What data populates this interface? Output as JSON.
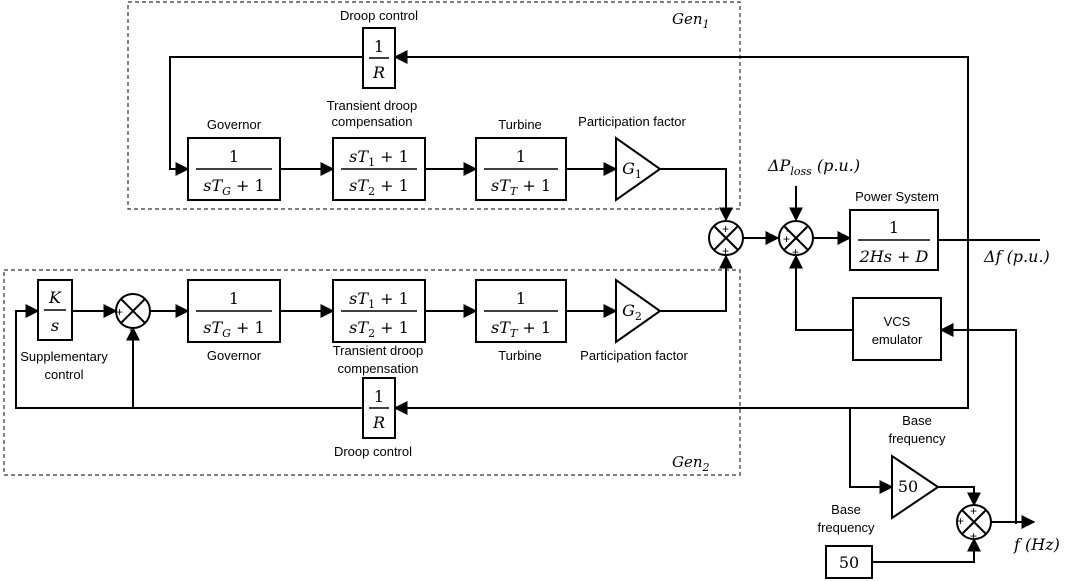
{
  "gen1": {
    "label": "Gen",
    "sub": "1",
    "droop_label": "Droop control",
    "droop_num": "1",
    "droop_den": "R",
    "governor_label": "Governor",
    "governor_num": "1",
    "governor_den": "sT",
    "governor_den_sub": "G",
    "governor_den_tail": " + 1",
    "tdc_label_line1": "Transient droop",
    "tdc_label_line2": "compensation",
    "tdc_num": "sT",
    "tdc_num_sub": "1",
    "tdc_num_tail": " + 1",
    "tdc_den": "sT",
    "tdc_den_sub": "2",
    "tdc_den_tail": " + 1",
    "turbine_label": "Turbine",
    "turbine_num": "1",
    "turbine_den": "sT",
    "turbine_den_sub": "T",
    "turbine_den_tail": " + 1",
    "pf_label": "Participation factor",
    "pf_gain": "G",
    "pf_gain_sub": "1"
  },
  "gen2": {
    "label": "Gen",
    "sub": "2",
    "supp_label_line1": "Supplementary",
    "supp_label_line2": "control",
    "supp_num": "K",
    "supp_den": "s",
    "governor_label": "Governor",
    "governor_num": "1",
    "governor_den": "sT",
    "governor_den_sub": "G",
    "governor_den_tail": " + 1",
    "tdc_label_line1": "Transient droop",
    "tdc_label_line2": "compensation",
    "tdc_num": "sT",
    "tdc_num_sub": "1",
    "tdc_num_tail": " + 1",
    "tdc_den": "sT",
    "tdc_den_sub": "2",
    "tdc_den_tail": " + 1",
    "turbine_label": "Turbine",
    "turbine_num": "1",
    "turbine_den": "sT",
    "turbine_den_sub": "T",
    "turbine_den_tail": " + 1",
    "pf_label": "Participation factor",
    "pf_gain": "G",
    "pf_gain_sub": "2",
    "droop_label": "Droop control",
    "droop_num": "1",
    "droop_den": "R"
  },
  "system": {
    "ploss_prefix": "ΔP",
    "ploss_sub": "loss",
    "ploss_suffix": " (p.u.)",
    "power_system_label": "Power System",
    "ps_num": "1",
    "ps_den": "2Hs + D",
    "df_output": "Δf (p.u.)",
    "vcs_line1": "VCS",
    "vcs_line2": "emulator",
    "base_freq_line1": "Base",
    "base_freq_line2": "frequency",
    "base_gain": "50",
    "base_freq2_line1": "Base",
    "base_freq2_line2": "frequency",
    "base_const": "50",
    "f_output": "f (Hz)"
  },
  "signs": {
    "plus": "+",
    "minus": "-"
  }
}
